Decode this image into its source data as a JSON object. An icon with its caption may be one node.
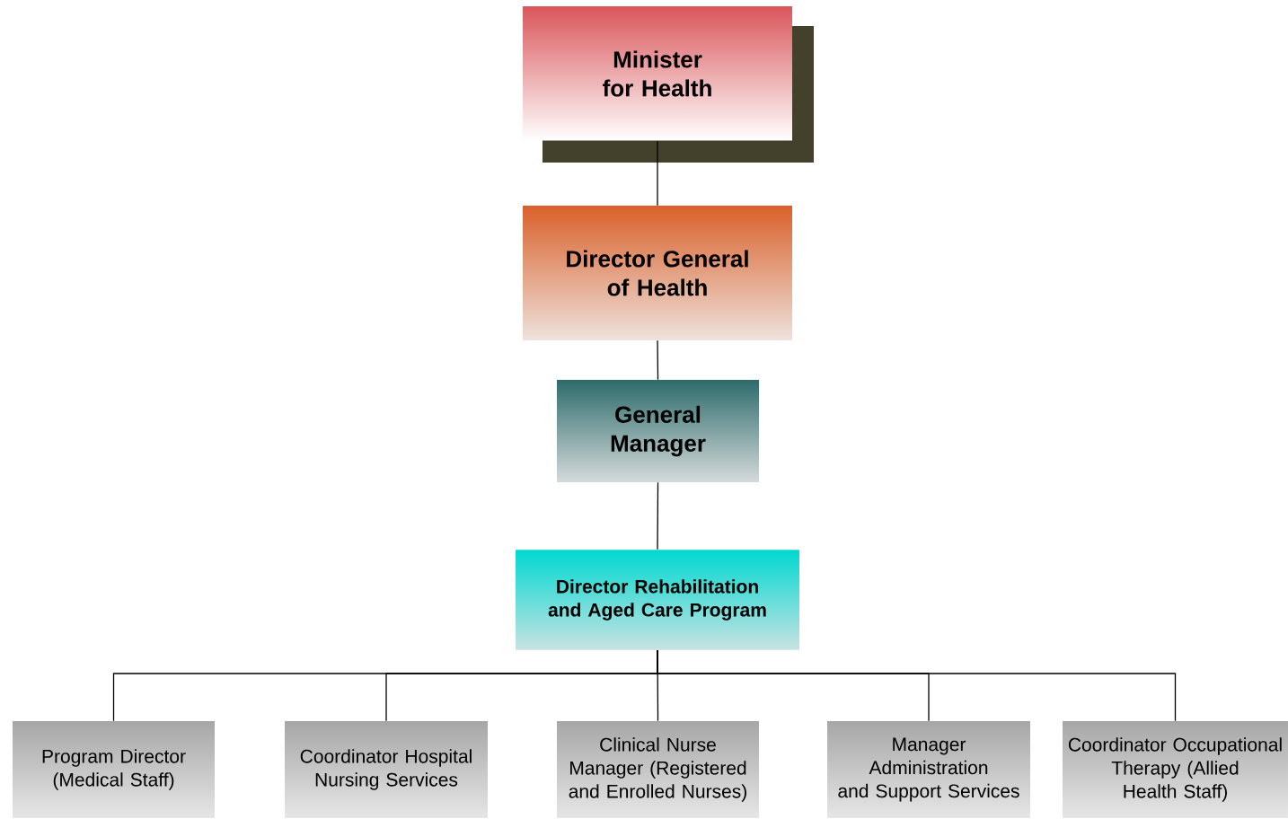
{
  "diagram": {
    "nodes": [
      {
        "text": [
          "Minister for Health"
        ]
      },
      {
        "text": [
          "Director General of Health"
        ]
      },
      {
        "text": [
          "General Manager"
        ]
      },
      {
        "text": [
          "Director Rehabilitation and Aged Care Program"
        ]
      },
      {
        "text": [
          "Program Director (Medical Staff)"
        ]
      },
      {
        "text": [
          "Coordinator Hospital Nursing Services"
        ]
      },
      {
        "text": [
          "Clinical Nurse Manager (Registered and Enrolled Nurses)"
        ]
      },
      {
        "text": [
          "Manager Administration and Support Services"
        ]
      },
      {
        "text": [
          "Coordinator Occupational Therapy (Allied Health Staff)"
        ]
      }
    ],
    "edges": [
      {
        "from": 0,
        "to": 1,
        "arrow": "none"
      },
      {
        "from": 1,
        "to": 2,
        "arrow": "none"
      },
      {
        "from": 2,
        "to": 3,
        "arrow": "none"
      },
      {
        "from": 3,
        "to": 4,
        "arrow": "none"
      },
      {
        "from": 3,
        "to": 5,
        "arrow": "none"
      },
      {
        "from": 3,
        "to": 6,
        "arrow": "none"
      },
      {
        "from": 3,
        "to": 7,
        "arrow": "none"
      },
      {
        "from": 3,
        "to": 8,
        "arrow": "none"
      }
    ]
  }
}
